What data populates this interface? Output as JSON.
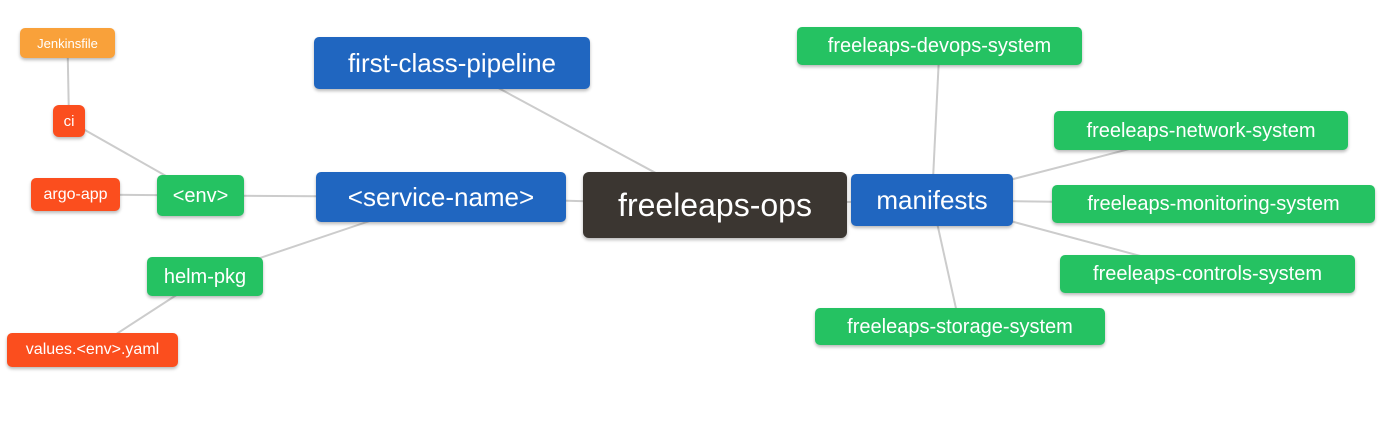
{
  "colors": {
    "orange": "#F9A13A",
    "red": "#FB4E1E",
    "green": "#25C262",
    "blue": "#2066C0",
    "dark": "#3B3631",
    "edge": "#CCCCCC",
    "background": "#FFFFFF",
    "text": "#FFFFFF"
  },
  "nodes": {
    "jenkinsfile": {
      "label": "Jenkinsfile"
    },
    "ci": {
      "label": "ci"
    },
    "argo_app": {
      "label": "argo-app"
    },
    "env": {
      "label": "<env>"
    },
    "helm_pkg": {
      "label": "helm-pkg"
    },
    "values_env_yaml": {
      "label": "values.<env>.yaml"
    },
    "first_class_pipeline": {
      "label": "first-class-pipeline"
    },
    "service_name": {
      "label": "<service-name>"
    },
    "freeleaps_ops": {
      "label": "freeleaps-ops"
    },
    "manifests": {
      "label": "manifests"
    },
    "freeleaps_devops_system": {
      "label": "freeleaps-devops-system"
    },
    "freeleaps_network_system": {
      "label": "freeleaps-network-system"
    },
    "freeleaps_monitoring_system": {
      "label": "freeleaps-monitoring-system"
    },
    "freeleaps_controls_system": {
      "label": "freeleaps-controls-system"
    },
    "freeleaps_storage_system": {
      "label": "freeleaps-storage-system"
    }
  },
  "edges": [
    [
      "Jenkinsfile",
      "ci"
    ],
    [
      "ci",
      "<env>"
    ],
    [
      "argo-app",
      "<env>"
    ],
    [
      "<env>",
      "<service-name>"
    ],
    [
      "helm-pkg",
      "<service-name>"
    ],
    [
      "values.<env>.yaml",
      "helm-pkg"
    ],
    [
      "first-class-pipeline",
      "freeleaps-ops"
    ],
    [
      "<service-name>",
      "freeleaps-ops"
    ],
    [
      "freeleaps-ops",
      "manifests"
    ],
    [
      "manifests",
      "freeleaps-devops-system"
    ],
    [
      "manifests",
      "freeleaps-network-system"
    ],
    [
      "manifests",
      "freeleaps-monitoring-system"
    ],
    [
      "manifests",
      "freeleaps-controls-system"
    ],
    [
      "manifests",
      "freeleaps-storage-system"
    ]
  ]
}
